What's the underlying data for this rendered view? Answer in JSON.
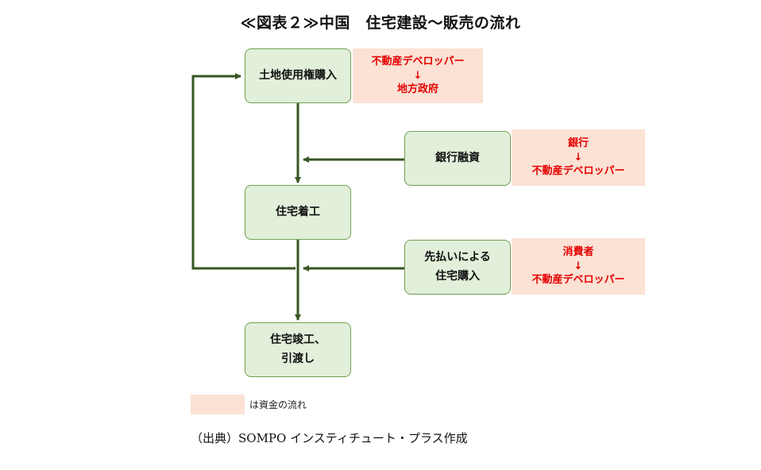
{
  "title": "≪図表２≫中国　住宅建設～販売の流れ",
  "boxes": {
    "land_purchase": "土地使用権購入",
    "bank_finance": "銀行融資",
    "construction_start": "住宅着工",
    "presale_line1": "先払いによる",
    "presale_line2": "住宅購入",
    "completion_line1": "住宅竣工、",
    "completion_line2": "引渡し"
  },
  "notes": {
    "land": {
      "from": "不動産デベロッパー",
      "arrow": "↓",
      "to": "地方政府"
    },
    "bank": {
      "from": "銀行",
      "arrow": "↓",
      "to": "不動産デベロッパー"
    },
    "presale": {
      "from": "消費者",
      "arrow": "↓",
      "to": "不動産デベロッパー"
    }
  },
  "legend": {
    "text": "は資金の流れ"
  },
  "source": "（出典）SOMPO インスティチュート・プラス作成",
  "colors": {
    "box_fill": "#e2efda",
    "box_border": "#70a050",
    "arrow": "#375623",
    "note_fill": "#fbe2d5",
    "note_text": "#e60000"
  }
}
